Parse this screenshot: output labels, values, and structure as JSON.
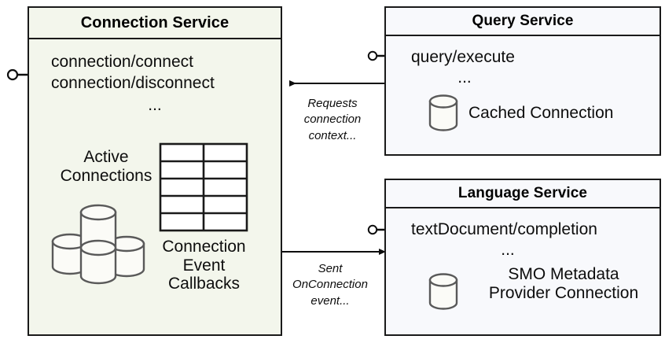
{
  "diagram": {
    "title": "Connection Service interaction diagram",
    "background": "#ffffff"
  },
  "colors": {
    "connection_service_fill": "#f3f6ec",
    "query_service_fill": "#f8f9fc",
    "language_service_fill": "#f8f9fc",
    "stroke": "#1a1a1a",
    "icon_stroke": "#595959",
    "icon_fill": "#fbfbf7"
  },
  "components": {
    "connection_service": {
      "title": "Connection Service",
      "operations": [
        "connection/connect",
        "connection/disconnect"
      ],
      "ellipsis": "...",
      "active_connections_caption": "Active\nConnections",
      "active_connections_icon": "database-cluster-icon",
      "callbacks_caption": "Connection\nEvent\nCallbacks",
      "callbacks_icon": "table-grid-icon",
      "table_grid": {
        "columns": 2,
        "rows": 5
      },
      "interface_socket": "lollipop-interface-icon"
    },
    "query_service": {
      "title": "Query Service",
      "operations": [
        "query/execute"
      ],
      "ellipsis": "...",
      "resource_caption": "Cached Connection",
      "resource_icon": "database-cylinder-icon",
      "interface_socket": "lollipop-interface-icon"
    },
    "language_service": {
      "title": "Language Service",
      "operations": [
        "textDocument/completion"
      ],
      "ellipsis": "...",
      "resource_caption": "SMO Metadata\nProvider Connection",
      "resource_icon": "database-cylinder-icon",
      "interface_socket": "lollipop-interface-icon"
    }
  },
  "edges": [
    {
      "id": "query-to-connection",
      "from": "query_service",
      "to": "connection_service",
      "label": "Requests\nconnection\ncontext...",
      "arrow": "left"
    },
    {
      "id": "connection-to-language",
      "from": "connection_service",
      "to": "language_service",
      "label": "Sent\nOnConnection\nevent...",
      "arrow": "right"
    }
  ]
}
